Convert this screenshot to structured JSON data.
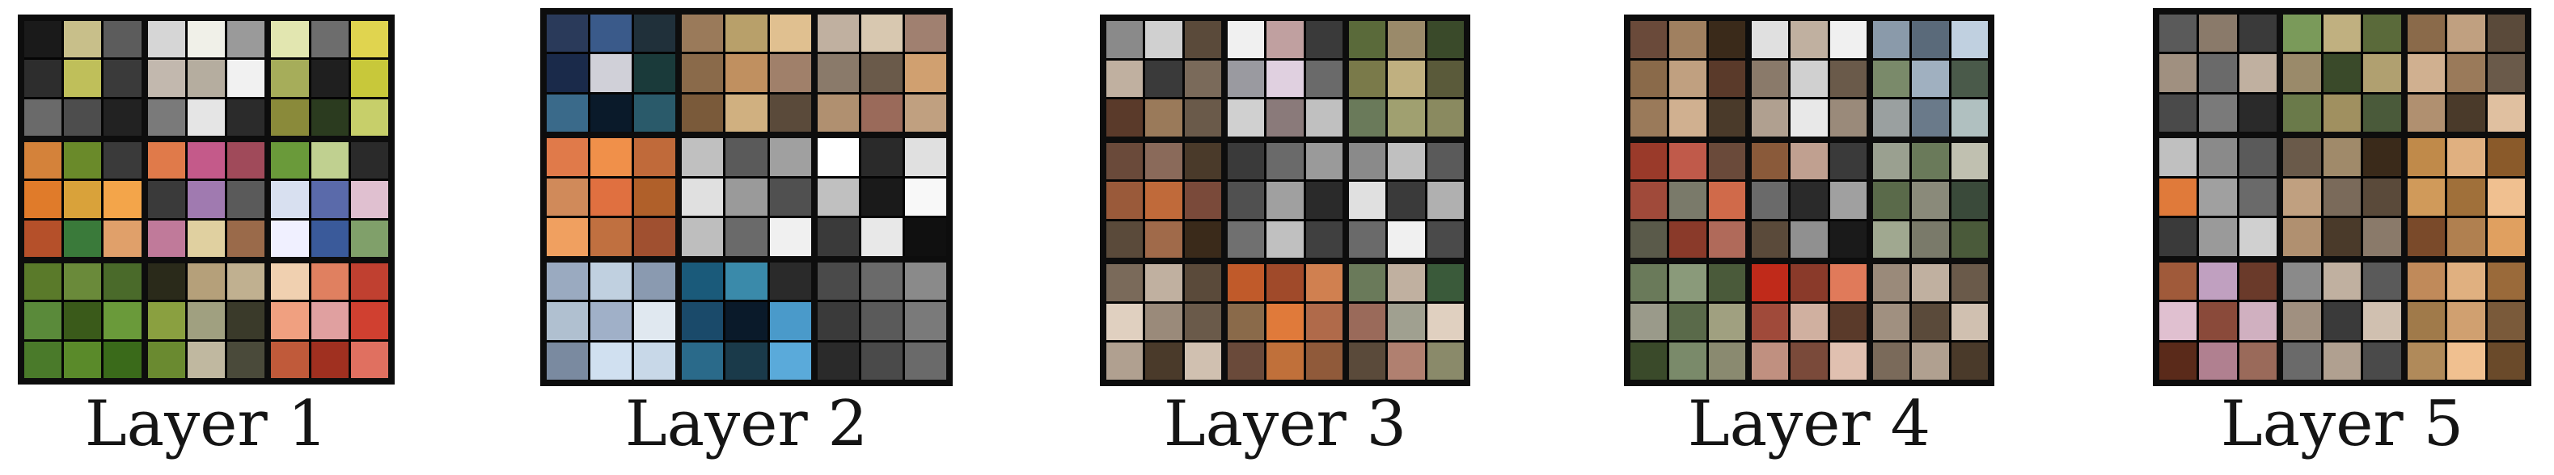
{
  "panels": [
    {
      "label": "Layer 1",
      "blocks": [
        [
          "#1a1a1a",
          "#c8bf8a",
          "#5c5c5c",
          "#2d2d2d",
          "#bfbf5a",
          "#3a3a3a",
          "#6a6a6a",
          "#4d4d4d",
          "#222222"
        ],
        [
          "#d6d6d6",
          "#f0f0e8",
          "#9a9a9a",
          "#c2b8ae",
          "#b5ad9f",
          "#f1f1f1",
          "#7a7a7a",
          "#e5e5e5",
          "#2b2b2b"
        ],
        [
          "#e2e6b0",
          "#6d6d6d",
          "#e0d44f",
          "#a6ad5a",
          "#1f1f1f",
          "#c8c83a",
          "#8a8a3a",
          "#2b3b1f",
          "#c7cf6a"
        ],
        [
          "#d4823a",
          "#6a8a2a",
          "#3a3a3a",
          "#e07b2a",
          "#d9a23a",
          "#f3a54a",
          "#b5502a",
          "#3a7a3a",
          "#e0a06a"
        ],
        [
          "#e07a4a",
          "#c45a8a",
          "#a04a5a",
          "#3a3a3a",
          "#a07ab0",
          "#5a5a5a",
          "#c07a9a",
          "#e0d0a0",
          "#9a6a4a"
        ],
        [
          "#6a9a3a",
          "#c0d090",
          "#2a2a2a",
          "#d8e0f0",
          "#5a6aaa",
          "#e0c0d0",
          "#f0f0ff",
          "#3a5a9a",
          "#80a06a"
        ],
        [
          "#5a7a2a",
          "#6a8a3a",
          "#4a6a2a",
          "#5a8a3a",
          "#3a5a1a",
          "#6a9a3a",
          "#4a7a2a",
          "#5a8a2a",
          "#3a6a1a"
        ],
        [
          "#2a2a1a",
          "#b5a07a",
          "#c0b090",
          "#8aa040",
          "#a0a080",
          "#3a3a2a",
          "#6a8a30",
          "#c0b8a0",
          "#4a4a3a"
        ],
        [
          "#f0d0b0",
          "#e08060",
          "#c04030",
          "#f0a080",
          "#e0a0a0",
          "#d04030",
          "#c05a3a",
          "#a03020",
          "#e07060"
        ]
      ]
    },
    {
      "label": "Layer 2",
      "blocks": [
        [
          "#2a3a5a",
          "#3a5a8a",
          "#20303a",
          "#1a2a4a",
          "#d0d0d8",
          "#1a3a3a",
          "#3a6a8a",
          "#0a1a2a",
          "#2a5a6a"
        ],
        [
          "#9a7a5a",
          "#b8a06a",
          "#e0c090",
          "#8a6a4a",
          "#c09060",
          "#a0806a",
          "#7a5a3a",
          "#d0b080",
          "#5a4a3a"
        ],
        [
          "#c0b0a0",
          "#d8c8b0",
          "#a08070",
          "#8a7a6a",
          "#6a5a4a",
          "#d0a070",
          "#b09070",
          "#9a6a5a",
          "#c0a080"
        ],
        [
          "#e07a4a",
          "#f0904a",
          "#c06a3a",
          "#d08a5a",
          "#e07040",
          "#b0602a",
          "#f0a060",
          "#c07040",
          "#a05030"
        ],
        [
          "#c0c0c0",
          "#5a5a5a",
          "#a0a0a0",
          "#e0e0e0",
          "#9a9a9a",
          "#505050",
          "#bebebe",
          "#6a6a6a",
          "#f0f0f0"
        ],
        [
          "#ffffff",
          "#2a2a2a",
          "#e0e0e0",
          "#c0c0c0",
          "#1a1a1a",
          "#f8f8f8",
          "#3a3a3a",
          "#e8e8e8",
          "#101010"
        ],
        [
          "#9aaac0",
          "#c0d0e0",
          "#8a9ab0",
          "#b0c0d0",
          "#a0b0c8",
          "#e0e8f0",
          "#7a8aa0",
          "#d0e0f0",
          "#c8d8e8"
        ],
        [
          "#1a5a7a",
          "#3a8aaa",
          "#2a2a2a",
          "#1a4a6a",
          "#0a1a2a",
          "#4a9aca",
          "#2a6a8a",
          "#1a3a4a",
          "#5aaada"
        ],
        [
          "#4a4a4a",
          "#6a6a6a",
          "#8a8a8a",
          "#3a3a3a",
          "#5a5a5a",
          "#7a7a7a",
          "#2a2a2a",
          "#4a4a4a",
          "#6a6a6a"
        ]
      ]
    },
    {
      "label": "Layer 3",
      "blocks": [
        [
          "#8a8a8a",
          "#d0d0d0",
          "#5a4a3a",
          "#c0b0a0",
          "#3a3a3a",
          "#7a6a5a",
          "#5a3a2a",
          "#9a7a5a",
          "#6a5a4a"
        ],
        [
          "#f0f0f0",
          "#c0a0a0",
          "#3a3a3a",
          "#9a9aa0",
          "#e0d0e0",
          "#6a6a6a",
          "#d0d0d0",
          "#8a7a7a",
          "#c0c0c0"
        ],
        [
          "#5a6a3a",
          "#9a8a6a",
          "#3a4a2a",
          "#7a7a4a",
          "#c0b080",
          "#5a5a3a",
          "#6a7a5a",
          "#a0a070",
          "#8a8a60"
        ],
        [
          "#6a4a3a",
          "#8a6a5a",
          "#4a3a2a",
          "#9a5a3a",
          "#c06a3a",
          "#7a4a3a",
          "#5a4a3a",
          "#a06a4a",
          "#3a2a1a"
        ],
        [
          "#3a3a3a",
          "#6a6a6a",
          "#9a9a9a",
          "#505050",
          "#a0a0a0",
          "#2a2a2a",
          "#707070",
          "#c0c0c0",
          "#404040"
        ],
        [
          "#8a8a8a",
          "#c0c0c0",
          "#5a5a5a",
          "#e0e0e0",
          "#3a3a3a",
          "#b0b0b0",
          "#6a6a6a",
          "#f0f0f0",
          "#4a4a4a"
        ],
        [
          "#7a6a5a",
          "#c0b0a0",
          "#5a4a3a",
          "#e0d0c0",
          "#9a8a7a",
          "#6a5a4a",
          "#b0a090",
          "#4a3a2a",
          "#d0c0b0"
        ],
        [
          "#c05a2a",
          "#a04a2a",
          "#d08050",
          "#8a6a4a",
          "#e07a3a",
          "#b06a4a",
          "#6a4a3a",
          "#c0703a",
          "#905a3a"
        ],
        [
          "#6a7a5a",
          "#c0b0a0",
          "#3a5a3a",
          "#9a6a5a",
          "#a0a090",
          "#e0d0c0",
          "#5a4a3a",
          "#b08070",
          "#8a8a6a"
        ]
      ]
    },
    {
      "label": "Layer 4",
      "blocks": [
        [
          "#6a4a3a",
          "#a08060",
          "#3a2a1a",
          "#8a6a4a",
          "#c0a080",
          "#5a3a2a",
          "#9a7a5a",
          "#d0b090",
          "#4a3a2a"
        ],
        [
          "#e0e0e0",
          "#c0b0a0",
          "#f0f0f0",
          "#8a7a6a",
          "#d0d0d0",
          "#6a5a4a",
          "#b0a090",
          "#e8e8e8",
          "#9a8a7a"
        ],
        [
          "#8a9aaa",
          "#5a6a7a",
          "#c0d0e0",
          "#7a8a6a",
          "#a0b0c0",
          "#4a5a4a",
          "#9aa0a0",
          "#6a7a8a",
          "#b0c0c0"
        ],
        [
          "#9a3a2a",
          "#c05a4a",
          "#6a4a3a",
          "#a04a3a",
          "#7a7a6a",
          "#d06a4a",
          "#5a5a4a",
          "#8a3a2a",
          "#b06a5a"
        ],
        [
          "#8a5a3a",
          "#c0a090",
          "#3a3a3a",
          "#6a6a6a",
          "#2a2a2a",
          "#a0a0a0",
          "#5a4a3a",
          "#909090",
          "#1a1a1a"
        ],
        [
          "#9aa090",
          "#6a7a5a",
          "#c0c0b0",
          "#5a6a4a",
          "#8a8a7a",
          "#3a4a3a",
          "#a0a890",
          "#7a7a6a",
          "#4a5a3a"
        ],
        [
          "#6a7a5a",
          "#8a9a7a",
          "#4a5a3a",
          "#9a9a8a",
          "#5a6a4a",
          "#a0a080",
          "#3a4a2a",
          "#7a8a6a",
          "#8a8a70"
        ],
        [
          "#c02a1a",
          "#8a3a2a",
          "#e07a5a",
          "#a04a3a",
          "#d0b0a0",
          "#5a3a2a",
          "#c09080",
          "#7a4a3a",
          "#e0c0b0"
        ],
        [
          "#9a8a7a",
          "#c0b0a0",
          "#6a5a4a",
          "#a09080",
          "#5a4a3a",
          "#d0c0b0",
          "#7a6a5a",
          "#b0a090",
          "#4a3a2a"
        ]
      ]
    },
    {
      "label": "Layer 5",
      "blocks": [
        [
          "#5a5a5a",
          "#8a7a6a",
          "#3a3a3a",
          "#a09080",
          "#6a6a6a",
          "#c0b0a0",
          "#4a4a4a",
          "#7a7a7a",
          "#2a2a2a"
        ],
        [
          "#7a9a5a",
          "#c0b080",
          "#5a6a3a",
          "#9a8a6a",
          "#3a4a2a",
          "#b0a070",
          "#6a7a4a",
          "#a09060",
          "#4a5a3a"
        ],
        [
          "#8a6a4a",
          "#c0a080",
          "#5a4a3a",
          "#d0b090",
          "#9a7a5a",
          "#6a5a4a",
          "#b09070",
          "#4a3a2a",
          "#e0c0a0"
        ],
        [
          "#c0c0c0",
          "#8a8a8a",
          "#5a5a5a",
          "#e07a3a",
          "#a0a0a0",
          "#6a6a6a",
          "#3a3a3a",
          "#9a9a9a",
          "#d0d0d0"
        ],
        [
          "#6a5a4a",
          "#a08a6a",
          "#3a2a1a",
          "#c0a080",
          "#7a6a5a",
          "#5a4a3a",
          "#b09070",
          "#4a3a2a",
          "#8a7a6a"
        ],
        [
          "#c08a4a",
          "#e0b080",
          "#8a5a2a",
          "#d09a5a",
          "#a0703a",
          "#f0c090",
          "#7a4a2a",
          "#b08050",
          "#e0a060"
        ],
        [
          "#a05a3a",
          "#c0a0c0",
          "#6a3a2a",
          "#e0c0d0",
          "#8a4a3a",
          "#d0b0c0",
          "#5a2a1a",
          "#b08090",
          "#9a6a5a"
        ],
        [
          "#8a8a8a",
          "#c0b0a0",
          "#5a5a5a",
          "#a09080",
          "#3a3a3a",
          "#d0c0b0",
          "#6a6a6a",
          "#b0a090",
          "#4a4a4a"
        ],
        [
          "#c08a5a",
          "#e0b080",
          "#9a6a3a",
          "#a07a4a",
          "#d0a070",
          "#7a5a3a",
          "#b08a5a",
          "#f0c090",
          "#6a4a2a"
        ]
      ]
    }
  ]
}
